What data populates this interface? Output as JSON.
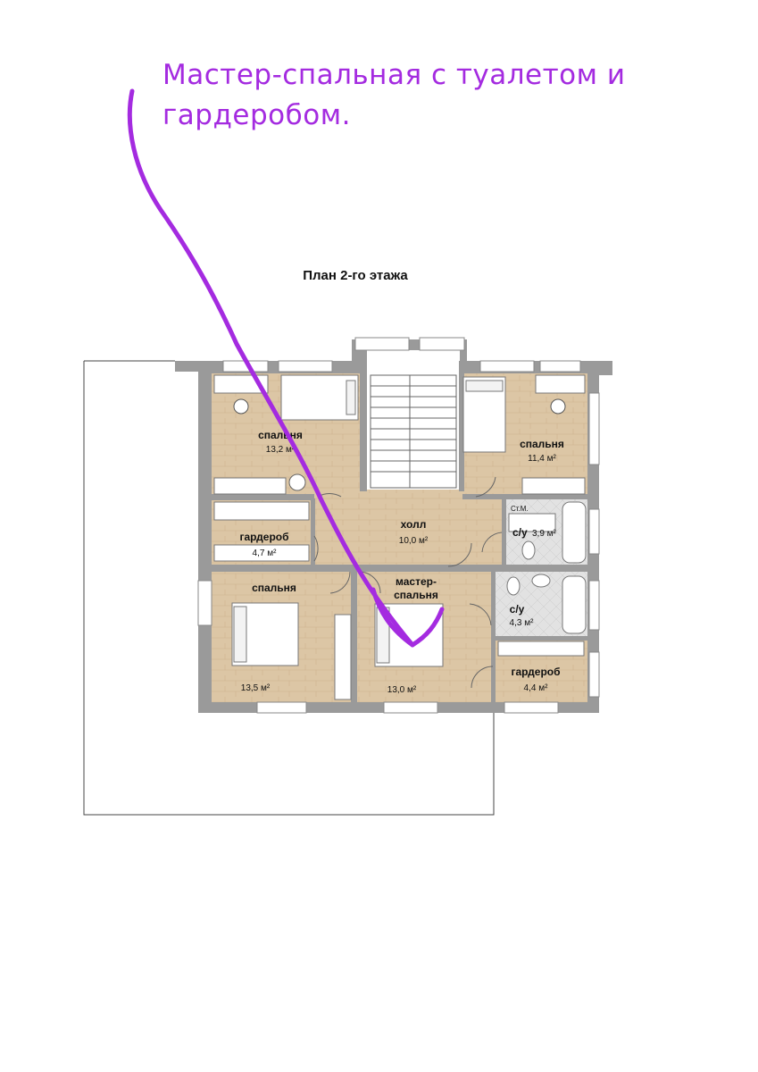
{
  "annotation": {
    "line1": "Мастер-спальная с туалетом и",
    "line2": "гардеробом."
  },
  "plan_title": "План 2-го этажа",
  "rooms": {
    "bedroom_nw": {
      "name": "спальня",
      "area": "13,2 м²"
    },
    "bedroom_ne": {
      "name": "спальня",
      "area": "11,4 м²"
    },
    "hall": {
      "name": "холл",
      "area": "10,0 м²"
    },
    "wardrobe_w": {
      "name": "гардероб",
      "area": "4,7 м²"
    },
    "bath_n": {
      "name": "с/у",
      "area": "3,9 м²",
      "tag": "Ст.М."
    },
    "bedroom_sw": {
      "name": "спальня",
      "area": "13,5 м²"
    },
    "master": {
      "name1": "мастер-",
      "name2": "спальня",
      "area": "13,0 м²"
    },
    "bath_s": {
      "name": "с/у",
      "area": "4,3 м²"
    },
    "wardrobe_e": {
      "name": "гардероб",
      "area": "4,4 м²"
    }
  },
  "colors": {
    "annotation": "#a42be0",
    "wall": "#9a9a9a",
    "floor_wood": "#d9c3a2",
    "floor_tile": "#dcdcdc"
  }
}
